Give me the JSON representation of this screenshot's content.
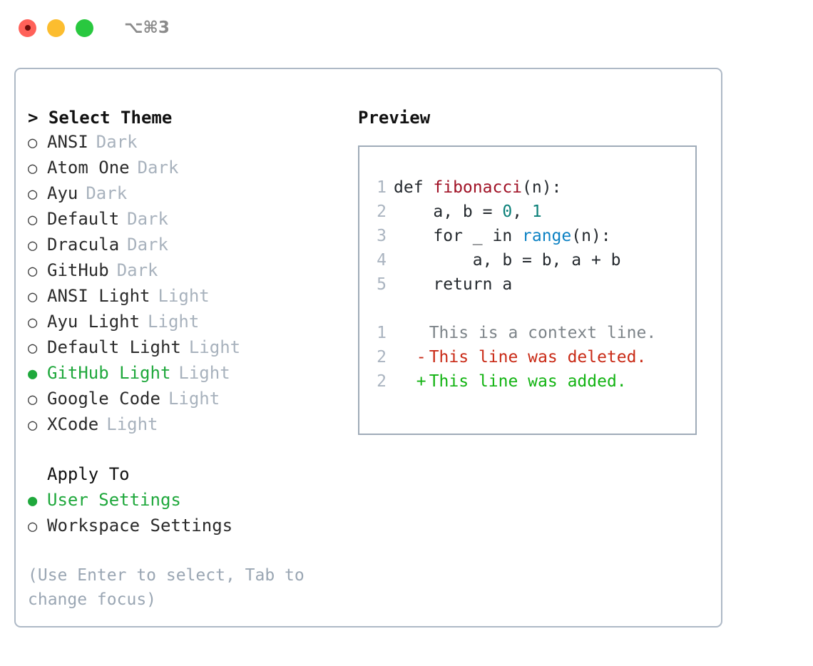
{
  "titlebar": {
    "shortcut": "⌥⌘3",
    "buttons": [
      "close",
      "minimize",
      "maximize"
    ]
  },
  "colors": {
    "accent_green": "#1fa83c",
    "muted": "#a8b2bd",
    "hint": "#9aa6b3",
    "border": "#aeb9c6",
    "panel_border": "#9fabb8",
    "diff_add": "#12b312",
    "diff_del": "#c92a16",
    "diff_ctx": "#7d8489",
    "syntax_function": "#a01226",
    "syntax_number": "#0b8079",
    "syntax_builtin": "#0d82c4"
  },
  "theme_list": {
    "heading": "> Select Theme",
    "items": [
      {
        "marker": "○",
        "label": "ANSI",
        "tag": "Dark",
        "selected": false
      },
      {
        "marker": "○",
        "label": "Atom One",
        "tag": "Dark",
        "selected": false
      },
      {
        "marker": "○",
        "label": "Ayu",
        "tag": "Dark",
        "selected": false
      },
      {
        "marker": "○",
        "label": "Default",
        "tag": "Dark",
        "selected": false
      },
      {
        "marker": "○",
        "label": "Dracula",
        "tag": "Dark",
        "selected": false
      },
      {
        "marker": "○",
        "label": "GitHub",
        "tag": "Dark",
        "selected": false
      },
      {
        "marker": "○",
        "label": "ANSI Light",
        "tag": "Light",
        "selected": false
      },
      {
        "marker": "○",
        "label": "Ayu Light",
        "tag": "Light",
        "selected": false
      },
      {
        "marker": "○",
        "label": "Default Light",
        "tag": "Light",
        "selected": false
      },
      {
        "marker": "●",
        "label": "GitHub Light",
        "tag": "Light",
        "selected": true
      },
      {
        "marker": "○",
        "label": "Google Code",
        "tag": "Light",
        "selected": false
      },
      {
        "marker": "○",
        "label": "XCode",
        "tag": "Light",
        "selected": false
      }
    ]
  },
  "apply_to": {
    "heading": "Apply To",
    "items": [
      {
        "marker": "●",
        "label": "User Settings",
        "selected": true
      },
      {
        "marker": "○",
        "label": "Workspace Settings",
        "selected": false
      }
    ]
  },
  "hint": "(Use Enter to select, Tab to change focus)",
  "preview": {
    "title": "Preview",
    "code_lines": [
      {
        "no": "1",
        "segments": [
          {
            "text": "def ",
            "type": "plain"
          },
          {
            "text": "fibonacci",
            "type": "function"
          },
          {
            "text": "(n):",
            "type": "plain"
          }
        ]
      },
      {
        "no": "2",
        "segments": [
          {
            "text": "    a, b = ",
            "type": "plain"
          },
          {
            "text": "0",
            "type": "number"
          },
          {
            "text": ", ",
            "type": "plain"
          },
          {
            "text": "1",
            "type": "number"
          }
        ]
      },
      {
        "no": "3",
        "segments": [
          {
            "text": "    for _ in ",
            "type": "plain"
          },
          {
            "text": "range",
            "type": "builtin"
          },
          {
            "text": "(n):",
            "type": "plain"
          }
        ]
      },
      {
        "no": "4",
        "segments": [
          {
            "text": "        a, b = b, a + b",
            "type": "plain"
          }
        ]
      },
      {
        "no": "5",
        "segments": [
          {
            "text": "    return a",
            "type": "plain"
          }
        ]
      }
    ],
    "diff_lines": [
      {
        "no": "1",
        "sign": " ",
        "text": "This is a context line.",
        "kind": "context"
      },
      {
        "no": "2",
        "sign": "-",
        "text": "This line was deleted.",
        "kind": "deleted"
      },
      {
        "no": "2",
        "sign": "+",
        "text": "This line was added.",
        "kind": "added"
      }
    ]
  }
}
